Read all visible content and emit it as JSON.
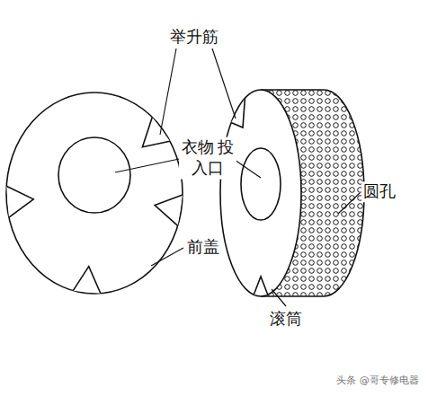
{
  "diagram": {
    "labels": [
      "举升筋",
      "衣物 投入口",
      "前盖",
      "圆孔",
      "滚筒",
      "头条 @哥专修电器"
    ]
  }
}
